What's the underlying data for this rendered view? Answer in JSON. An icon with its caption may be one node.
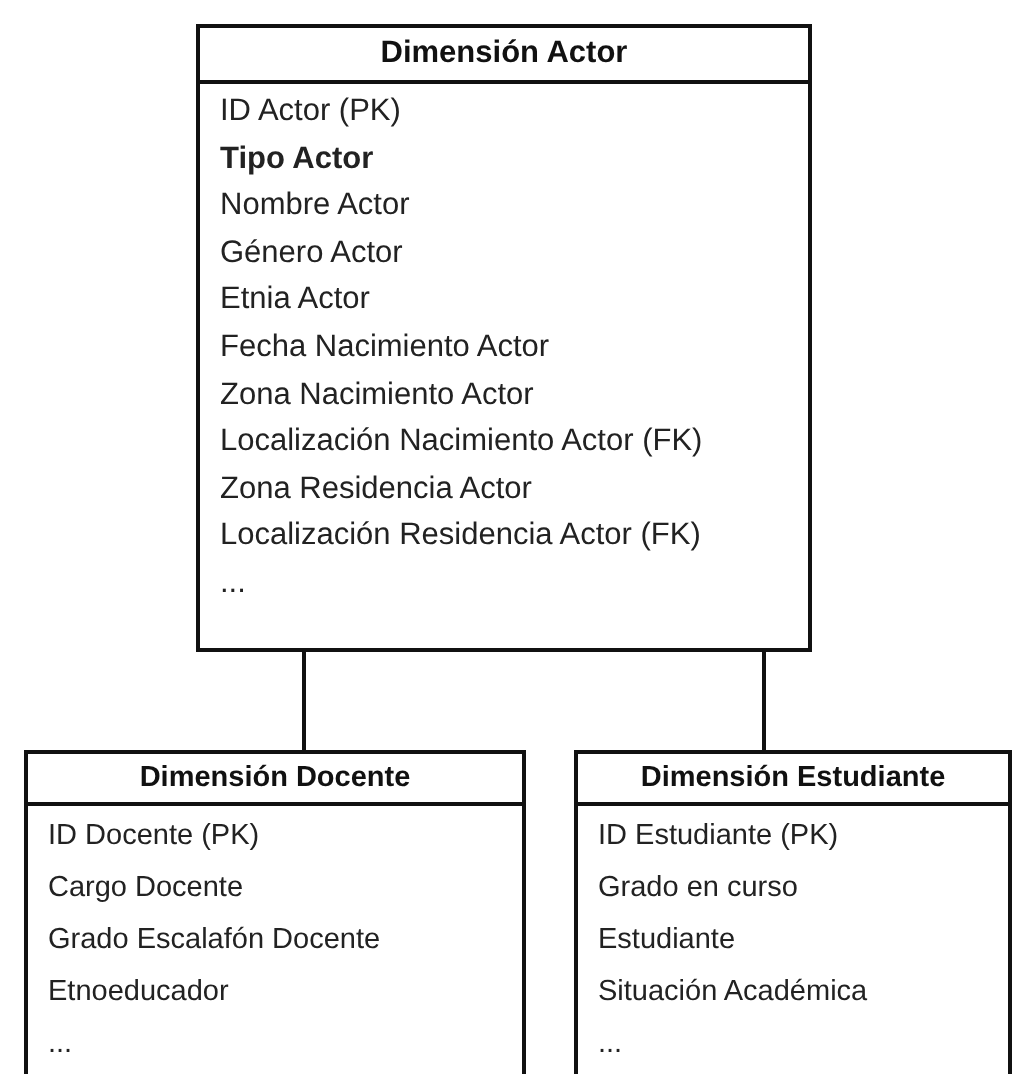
{
  "diagram": {
    "nodes": [
      {
        "text": [
          "Dimensión Actor",
          "ID Actor (PK)",
          "**Tipo Actor**",
          "Nombre Actor",
          "Género Actor",
          "Etnia Actor",
          "Fecha Nacimiento Actor",
          "Zona Nacimiento Actor",
          "Localización Nacimiento Actor (FK)",
          "Zona Residencia Actor",
          "Localización Residencia Actor (FK)",
          "..."
        ]
      },
      {
        "text": [
          "Dimensión Docente",
          "ID Docente (PK)",
          "Cargo Docente",
          "Grado Escalafón Docente",
          "Etnoeducador",
          "..."
        ]
      },
      {
        "text": [
          "Dimensión Estudiante",
          "ID Estudiante (PK)",
          "Grado en curso",
          "Estudiante",
          "Situación Académica",
          "..."
        ]
      }
    ],
    "edges": [
      {
        "from": 0,
        "to": 1,
        "arrow": "none"
      },
      {
        "from": 0,
        "to": 2,
        "arrow": "none"
      }
    ]
  }
}
